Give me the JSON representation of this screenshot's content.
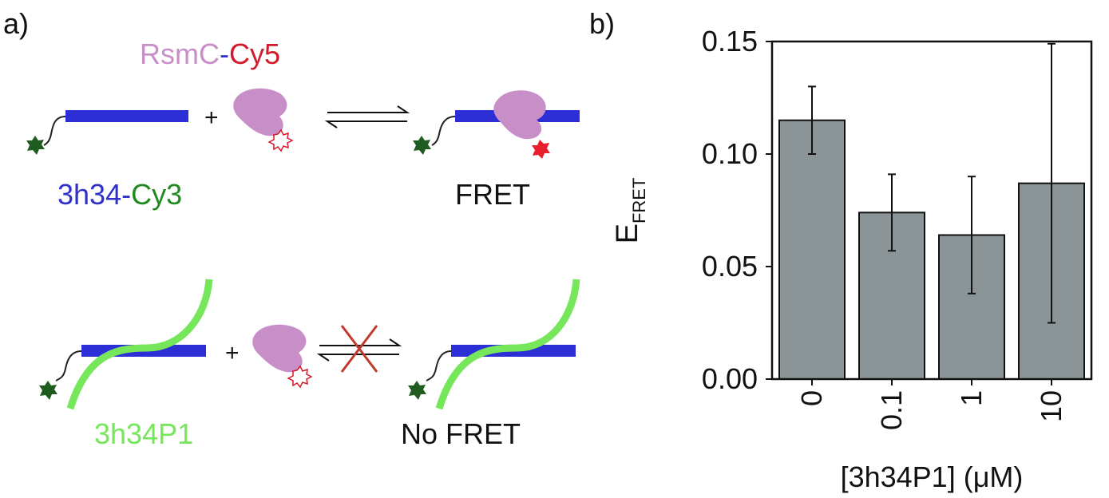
{
  "panel_a": {
    "label": "a)",
    "protein_name": "RsmC",
    "protein_dash": "-",
    "protein_dye": "Cy5",
    "rna_name": "3h34",
    "rna_dash": "-",
    "rna_dye": "Cy3",
    "fret_label": "FRET",
    "probe_label": "3h34P1",
    "no_fret_label": "No FRET",
    "plus": "+",
    "colors": {
      "rna_blue": "#2d2fd6",
      "rna_text_blue": "#2e30c8",
      "protein_pink": "#c88ec8",
      "cy5_red": "#d11a2a",
      "cy3_green": "#1f5c1f",
      "probe_green": "#76e65a",
      "cross_red": "#c0392b"
    }
  },
  "panel_b": {
    "label": "b)"
  },
  "chart_data": {
    "type": "bar",
    "categories": [
      "0",
      "0.1",
      "1",
      "10"
    ],
    "values": [
      0.115,
      0.074,
      0.064,
      0.087
    ],
    "error_low": [
      0.1,
      0.057,
      0.038,
      0.025
    ],
    "error_high": [
      0.13,
      0.091,
      0.09,
      0.149
    ],
    "ylim": [
      0,
      0.15
    ],
    "yticks": [
      "0.00",
      "0.05",
      "0.10",
      "0.15"
    ],
    "ylabel_main": "E",
    "ylabel_sub": "FRET",
    "xlabel": "[3h34P1] (μM)",
    "bar_color": "#8b9598",
    "grid": false
  }
}
